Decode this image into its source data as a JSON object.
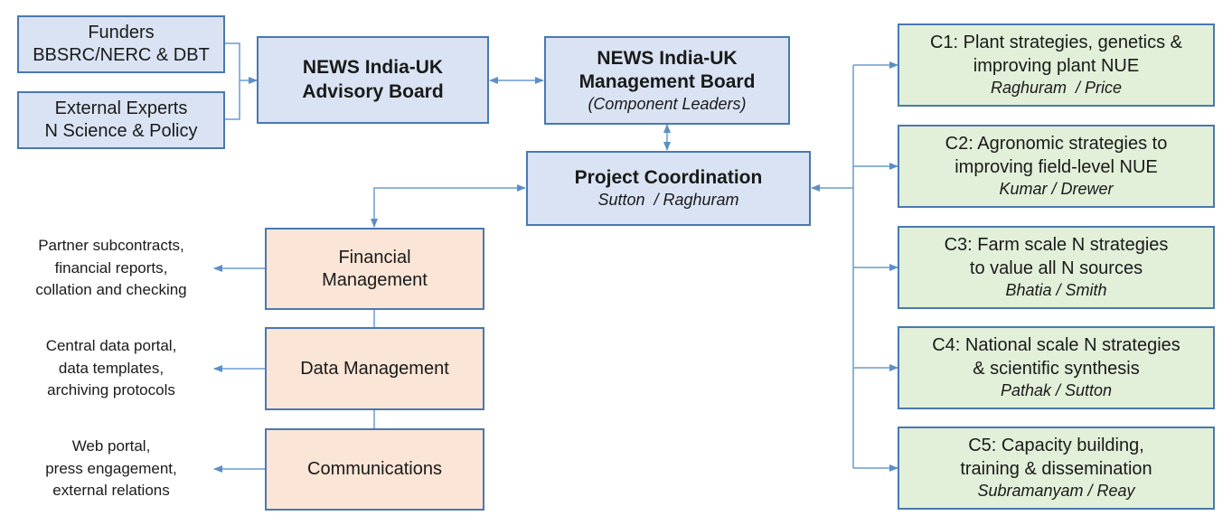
{
  "funders": {
    "line1": "Funders",
    "line2": "BBSRC/NERC & DBT"
  },
  "experts": {
    "line1": "External Experts",
    "line2": "N Science & Policy"
  },
  "advisory": {
    "line1": "NEWS India-UK",
    "line2": "Advisory Board"
  },
  "management": {
    "line1": "NEWS India-UK",
    "line2": "Management Board",
    "sub": "(Component Leaders)"
  },
  "coordination": {
    "title": "Project Coordination",
    "leads": "Sutton  / Raghuram"
  },
  "financial": {
    "line1": "Financial",
    "line2": "Management"
  },
  "data_mgmt": {
    "label": "Data Management"
  },
  "comms": {
    "label": "Communications"
  },
  "financial_notes": [
    "Partner subcontracts,",
    "financial reports,",
    "collation and checking"
  ],
  "data_notes": [
    "Central data portal,",
    "data templates,",
    "archiving protocols"
  ],
  "comms_notes": [
    "Web portal,",
    "press engagement,",
    "external relations"
  ],
  "components": [
    {
      "line1": "C1: Plant strategies, genetics &",
      "line2": "improving plant NUE",
      "leads": "Raghuram  / Price"
    },
    {
      "line1": "C2: Agronomic strategies to",
      "line2": "improving field-level NUE",
      "leads": "Kumar / Drewer"
    },
    {
      "line1": "C3: Farm scale N strategies",
      "line2": "to value all N sources",
      "leads": "Bhatia / Smith"
    },
    {
      "line1": "C4: National scale N strategies",
      "line2": "& scientific synthesis",
      "leads": "Pathak / Sutton"
    },
    {
      "line1": "C5: Capacity building,",
      "line2": "training & dissemination",
      "leads": "Subramanyam / Reay"
    }
  ],
  "colors": {
    "border": "#4a78b0",
    "line": "#6a9bd1",
    "blue_fill": "#dae3f3",
    "orange_fill": "#fbe5d6",
    "green_fill": "#e2efd9"
  }
}
